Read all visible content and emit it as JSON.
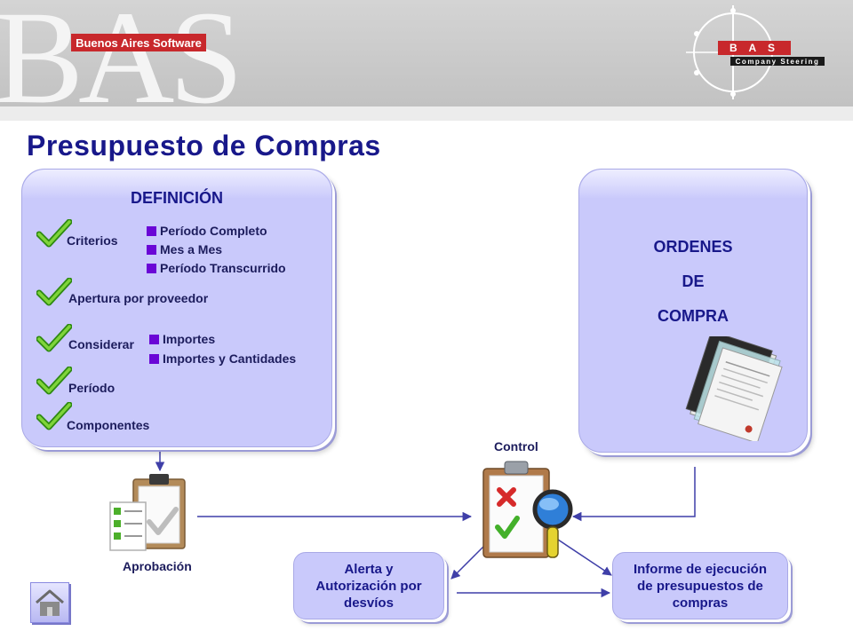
{
  "header": {
    "brand_big": "BAS",
    "brand_tag": "Buenos Aires Software",
    "logo_letters": "B A S",
    "logo_sub": "Company Steering"
  },
  "title": "Presupuesto de Compras",
  "definicion": {
    "title": "DEFINICIÓN",
    "criterios": {
      "label": "Criterios",
      "options": [
        "Período Completo",
        "Mes a Mes",
        "Período Transcurrido"
      ]
    },
    "apertura": "Apertura por proveedor",
    "considerar": {
      "label": "Considerar",
      "options": [
        "Importes",
        "Importes y Cantidades"
      ]
    },
    "periodo": "Período",
    "componentes": "Componentes"
  },
  "ordenes": {
    "line1": "ORDENES",
    "line2": "DE",
    "line3": "COMPRA"
  },
  "aprobacion": "Aprobación",
  "control": "Control",
  "alerta": {
    "line1": "Alerta y",
    "line2": "Autorización por",
    "line3": "desvíos"
  },
  "informe": {
    "line1": "Informe de ejecución",
    "line2": "de presupuestos de",
    "line3": "compras"
  },
  "icons": {
    "home": "home-icon",
    "check": "green-check-icon",
    "document": "document-stack-icon",
    "clipboard": "clipboard-approval-icon",
    "control": "clipboard-magnifier-icon"
  },
  "colors": {
    "title": "#18188a",
    "card_fill": "#c9c9fb",
    "bullet": "#6a06d6",
    "brand_red": "#c8282c",
    "connector": "#3f3fa8"
  }
}
